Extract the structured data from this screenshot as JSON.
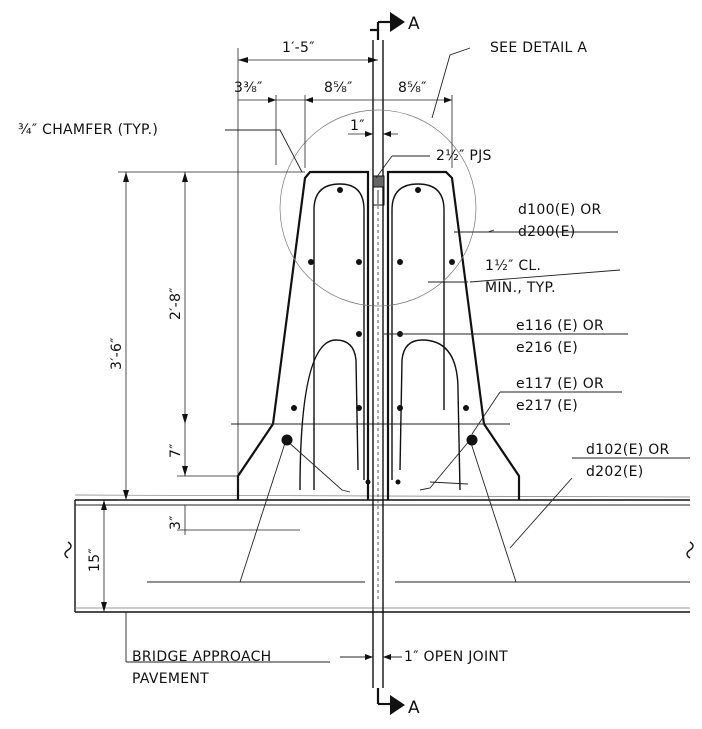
{
  "section": {
    "marker": "A"
  },
  "dims": {
    "overall_top_width": "1′-5″",
    "left_offset": "3⅜″",
    "left_half_width": "8⅝″",
    "right_half_width": "8⅝″",
    "joint_width": "1″",
    "total_height": "3′-6″",
    "upper_height": "2′-8″",
    "lower_height": "7″",
    "slab_step": "3″",
    "slab_depth": "15″"
  },
  "labels": {
    "detail_ref": "SEE DETAIL A",
    "chamfer": "¾″ CHAMFER (TYP.)",
    "pjs": "2½″ PJS",
    "clearance_line1": "1½″ CL.",
    "clearance_line2": "MIN., TYP.",
    "open_joint": "1″ OPEN JOINT",
    "pavement_line1": "BRIDGE APPROACH",
    "pavement_line2": "PAVEMENT"
  },
  "bars": {
    "d100": {
      "line1": "d100(E) OR",
      "line2": "d200(E)"
    },
    "e116": {
      "line1": "e116 (E) OR",
      "line2": "e216 (E)"
    },
    "e117": {
      "line1": "e117 (E) OR",
      "line2": "e217 (E)"
    },
    "d102": {
      "line1": "d102(E) OR",
      "line2": "d202(E)"
    }
  }
}
